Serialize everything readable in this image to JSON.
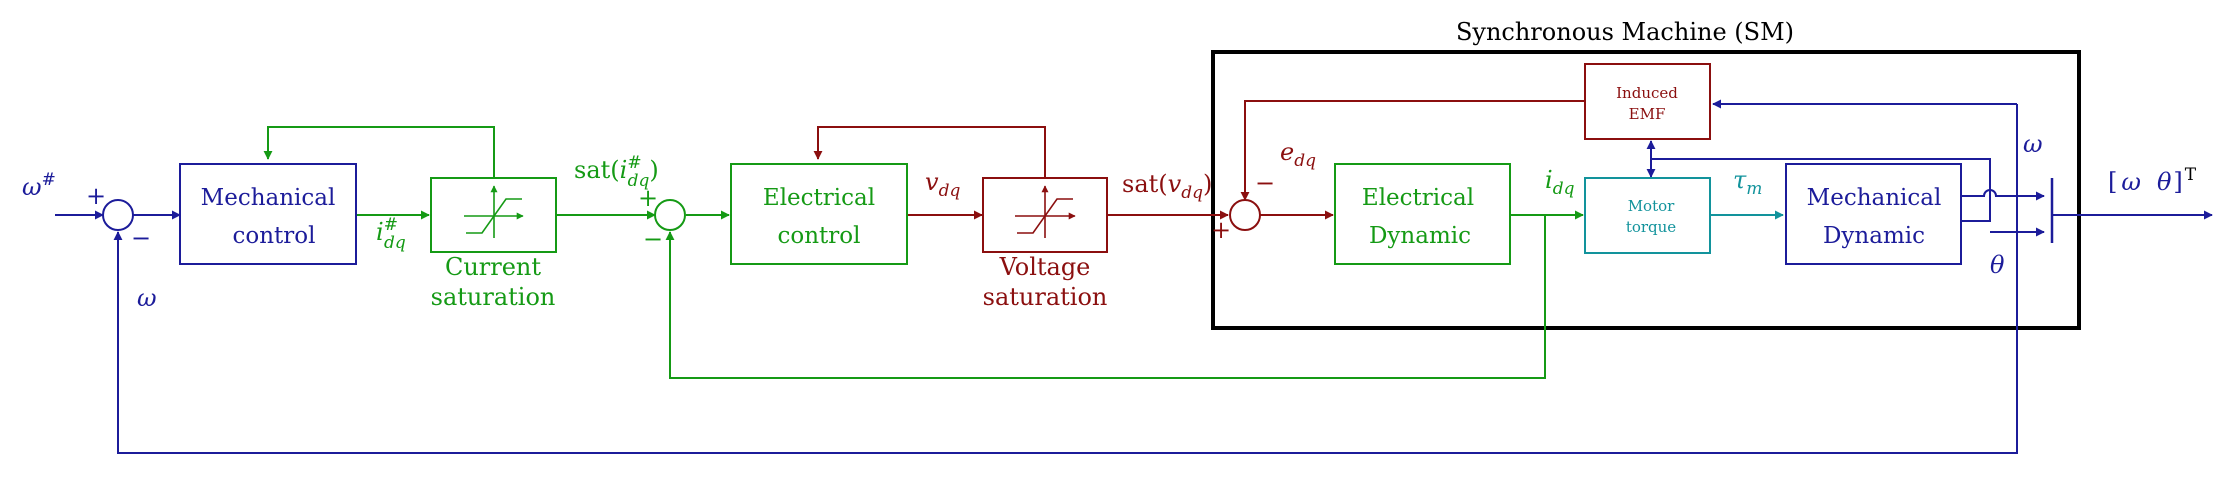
{
  "colors": {
    "blue": "#1c1c9a",
    "green": "#159a15",
    "red": "#8b0f0f",
    "teal": "#12939c",
    "black": "#000000"
  },
  "title": "Synchronous Machine (SM)",
  "blocks": {
    "mechanical_control": [
      "Mechanical",
      "control"
    ],
    "current_saturation": [
      "Current",
      "saturation"
    ],
    "electrical_control": [
      "Electrical",
      "control"
    ],
    "voltage_saturation": [
      "Voltage",
      "saturation"
    ],
    "induced_emf": [
      "Induced",
      "EMF"
    ],
    "electrical_dynamic": [
      "Electrical",
      "Dynamic"
    ],
    "motor_torque": [
      "Motor",
      "torque"
    ],
    "mechanical_dynamic": [
      "Mechanical",
      "Dynamic"
    ]
  },
  "signals": {
    "omega_ref": {
      "main": "ω",
      "sup": "#"
    },
    "omega": "ω",
    "i_ref": {
      "main": "i",
      "sup": "#",
      "sub": "dq"
    },
    "sat_i": {
      "pre": "sat(",
      "main": "i",
      "sup": "#",
      "sub": "dq",
      "post": ")"
    },
    "v_dq": {
      "main": "v",
      "sub": "dq"
    },
    "sat_v": {
      "pre": "sat(",
      "main": "v",
      "sub": "dq",
      "post": ")"
    },
    "e_dq": {
      "main": "e",
      "sub": "dq"
    },
    "i_dq": {
      "main": "i",
      "sub": "dq"
    },
    "tau_m": {
      "main": "τ",
      "sub": "m"
    },
    "theta": "θ",
    "output": {
      "open": "[",
      "a": "ω",
      "b": "θ",
      "close": "]",
      "sup": "T"
    }
  },
  "signs": {
    "plus": "+",
    "minus": "−"
  }
}
